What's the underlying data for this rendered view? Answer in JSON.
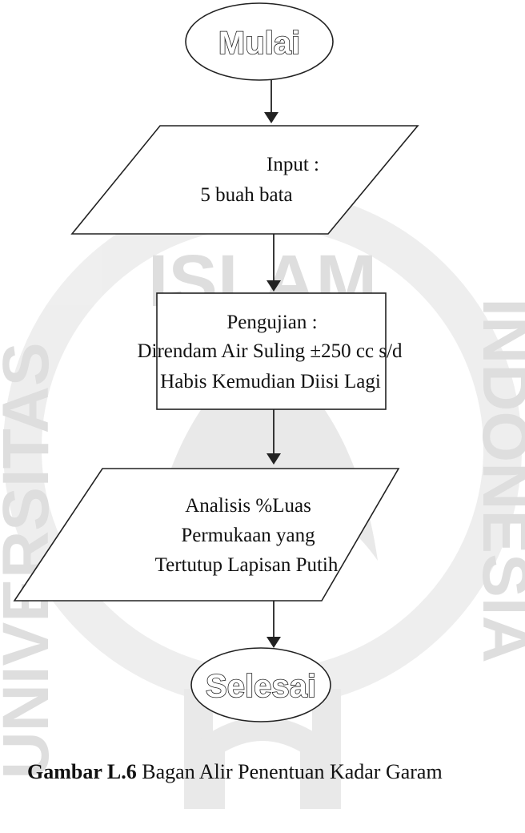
{
  "watermark": {
    "top": "ISLAM",
    "left": "UNIVERSITAS",
    "right": "INDONESIA"
  },
  "flowchart": {
    "start": "Mulai",
    "input": [
      "Input :",
      "5 buah bata"
    ],
    "process": [
      "Pengujian  :",
      "Direndam Air Suling ±250 cc s/d",
      "Habis Kemudian Diisi Lagi"
    ],
    "analysis": [
      "Analisis %Luas",
      "Permukaan yang",
      "Tertutup Lapisan Putih"
    ],
    "end": "Selesai"
  },
  "caption": {
    "label": "Gambar L.6",
    "text": " Bagan Alir Penentuan Kadar Garam"
  }
}
